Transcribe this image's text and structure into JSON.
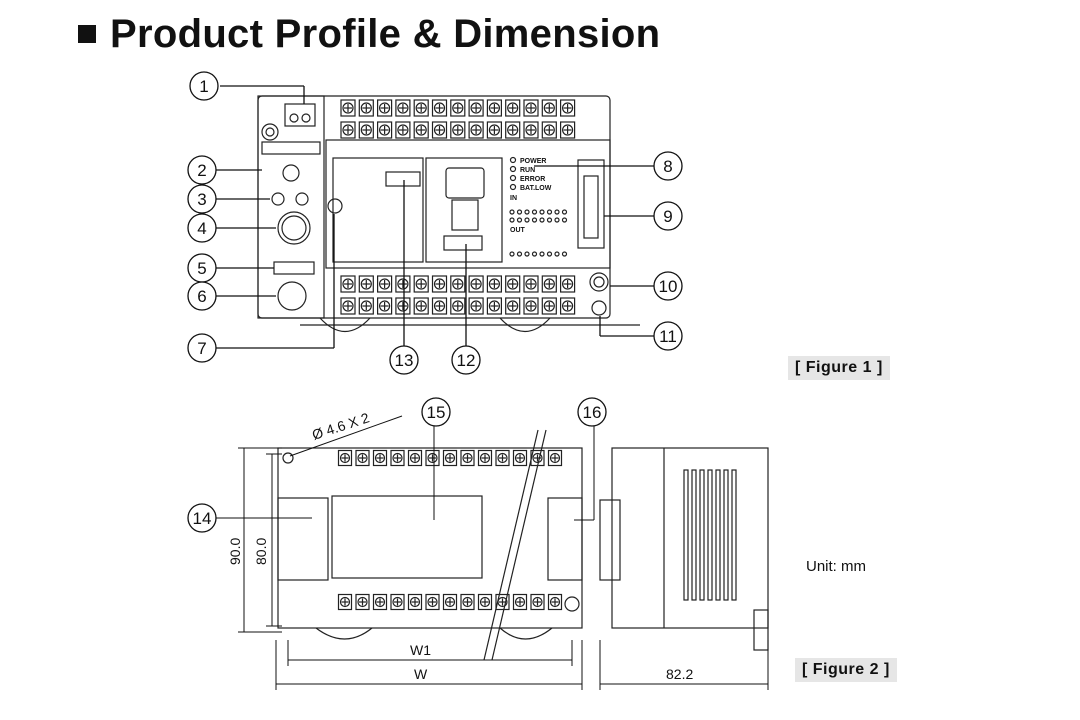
{
  "title": "Product Profile & Dimension",
  "figure1": {
    "label": "[ Figure 1 ]",
    "callouts": [
      "1",
      "2",
      "3",
      "4",
      "5",
      "6",
      "7",
      "8",
      "9",
      "10",
      "11",
      "12",
      "13"
    ],
    "led_labels": [
      "POWER",
      "RUN",
      "ERROR",
      "BAT.LOW"
    ],
    "panel_labels": [
      "IN",
      "OUT"
    ]
  },
  "figure2": {
    "label": "[ Figure 2 ]",
    "callouts": [
      "14",
      "15",
      "16"
    ],
    "hole_note": "Ø 4.6 X 2",
    "height_outer": "90.0",
    "height_inner": "80.0",
    "width_inner": "W1",
    "width_outer": "W",
    "depth": "82.2",
    "unit": "Unit: mm"
  },
  "colors": {
    "line": "#222222",
    "label_bg": "#e6e6e6"
  }
}
